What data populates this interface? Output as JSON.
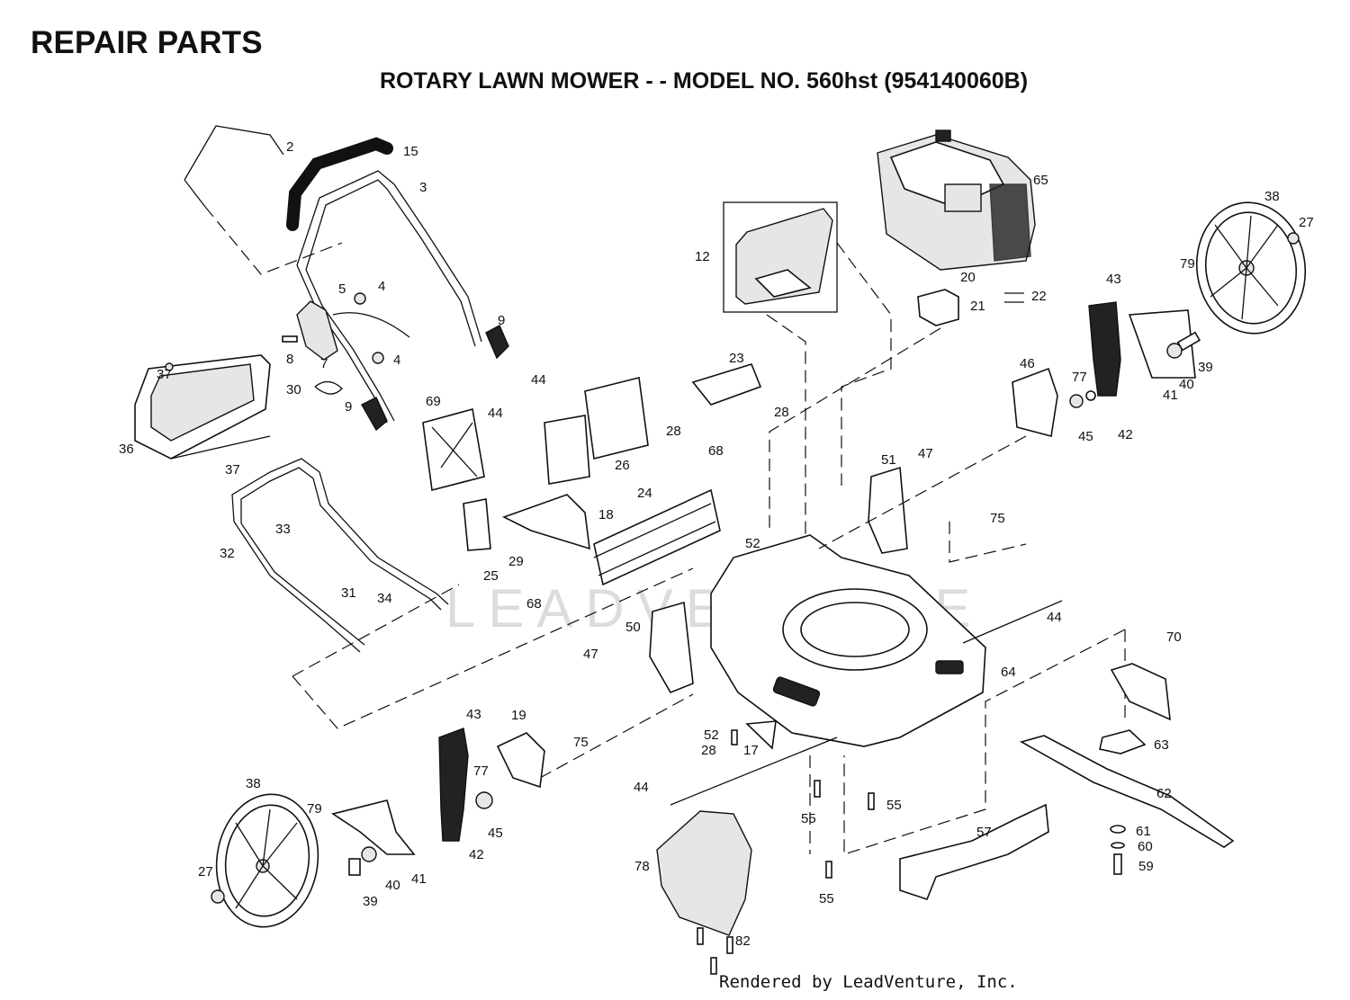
{
  "header": {
    "title": "REPAIR PARTS",
    "subtitle": "ROTARY LAWN MOWER - - MODEL NO. 560hst (954140060B)"
  },
  "watermark": "LEADVENTURE",
  "footer": {
    "credit": "Rendered by LeadVenture, Inc."
  },
  "callouts": [
    {
      "id": "c2",
      "label": "2"
    },
    {
      "id": "c15",
      "label": "15"
    },
    {
      "id": "c3",
      "label": "3"
    },
    {
      "id": "c5",
      "label": "5"
    },
    {
      "id": "c4a",
      "label": "4"
    },
    {
      "id": "c9a",
      "label": "9"
    },
    {
      "id": "c8",
      "label": "8"
    },
    {
      "id": "c7",
      "label": "7"
    },
    {
      "id": "c4b",
      "label": "4"
    },
    {
      "id": "c37a",
      "label": "37"
    },
    {
      "id": "c30",
      "label": "30"
    },
    {
      "id": "c9b",
      "label": "9"
    },
    {
      "id": "c36",
      "label": "36"
    },
    {
      "id": "c37b",
      "label": "37"
    },
    {
      "id": "c44a",
      "label": "44"
    },
    {
      "id": "c44b",
      "label": "44"
    },
    {
      "id": "c69",
      "label": "69"
    },
    {
      "id": "c28a",
      "label": "28"
    },
    {
      "id": "c26",
      "label": "26"
    },
    {
      "id": "c23",
      "label": "23"
    },
    {
      "id": "c28b",
      "label": "28"
    },
    {
      "id": "c12",
      "label": "12"
    },
    {
      "id": "c65",
      "label": "65"
    },
    {
      "id": "c20",
      "label": "20"
    },
    {
      "id": "c21",
      "label": "21"
    },
    {
      "id": "c22",
      "label": "22"
    },
    {
      "id": "c38a",
      "label": "38"
    },
    {
      "id": "c27a",
      "label": "27"
    },
    {
      "id": "c43a",
      "label": "43"
    },
    {
      "id": "c79a",
      "label": "79"
    },
    {
      "id": "c39a",
      "label": "39"
    },
    {
      "id": "c46",
      "label": "46"
    },
    {
      "id": "c77a",
      "label": "77"
    },
    {
      "id": "c41a",
      "label": "41"
    },
    {
      "id": "c40a",
      "label": "40"
    },
    {
      "id": "c45a",
      "label": "45"
    },
    {
      "id": "c42a",
      "label": "42"
    },
    {
      "id": "c33",
      "label": "33"
    },
    {
      "id": "c32",
      "label": "32"
    },
    {
      "id": "c18",
      "label": "18"
    },
    {
      "id": "c24",
      "label": "24"
    },
    {
      "id": "c68a",
      "label": "68"
    },
    {
      "id": "c25",
      "label": "25"
    },
    {
      "id": "c29",
      "label": "29"
    },
    {
      "id": "c31",
      "label": "31"
    },
    {
      "id": "c34",
      "label": "34"
    },
    {
      "id": "c68b",
      "label": "68"
    },
    {
      "id": "c51",
      "label": "51"
    },
    {
      "id": "c47a",
      "label": "47"
    },
    {
      "id": "c52a",
      "label": "52"
    },
    {
      "id": "c75a",
      "label": "75"
    },
    {
      "id": "c44c",
      "label": "44"
    },
    {
      "id": "c50",
      "label": "50"
    },
    {
      "id": "c47b",
      "label": "47"
    },
    {
      "id": "c64",
      "label": "64"
    },
    {
      "id": "c70",
      "label": "70"
    },
    {
      "id": "c43b",
      "label": "43"
    },
    {
      "id": "c19",
      "label": "19"
    },
    {
      "id": "c75b",
      "label": "75"
    },
    {
      "id": "c52b",
      "label": "52"
    },
    {
      "id": "c28c",
      "label": "28"
    },
    {
      "id": "c17",
      "label": "17"
    },
    {
      "id": "c63",
      "label": "63"
    },
    {
      "id": "c77b",
      "label": "77"
    },
    {
      "id": "c44d",
      "label": "44"
    },
    {
      "id": "c38b",
      "label": "38"
    },
    {
      "id": "c79b",
      "label": "79"
    },
    {
      "id": "c45b",
      "label": "45"
    },
    {
      "id": "c42b",
      "label": "42"
    },
    {
      "id": "c55a",
      "label": "55"
    },
    {
      "id": "c55b",
      "label": "55"
    },
    {
      "id": "c62",
      "label": "62"
    },
    {
      "id": "c27b",
      "label": "27"
    },
    {
      "id": "c41b",
      "label": "41"
    },
    {
      "id": "c40b",
      "label": "40"
    },
    {
      "id": "c39b",
      "label": "39"
    },
    {
      "id": "c57",
      "label": "57"
    },
    {
      "id": "c61",
      "label": "61"
    },
    {
      "id": "c60",
      "label": "60"
    },
    {
      "id": "c78",
      "label": "78"
    },
    {
      "id": "c55c",
      "label": "55"
    },
    {
      "id": "c59",
      "label": "59"
    },
    {
      "id": "c82",
      "label": "82"
    }
  ]
}
